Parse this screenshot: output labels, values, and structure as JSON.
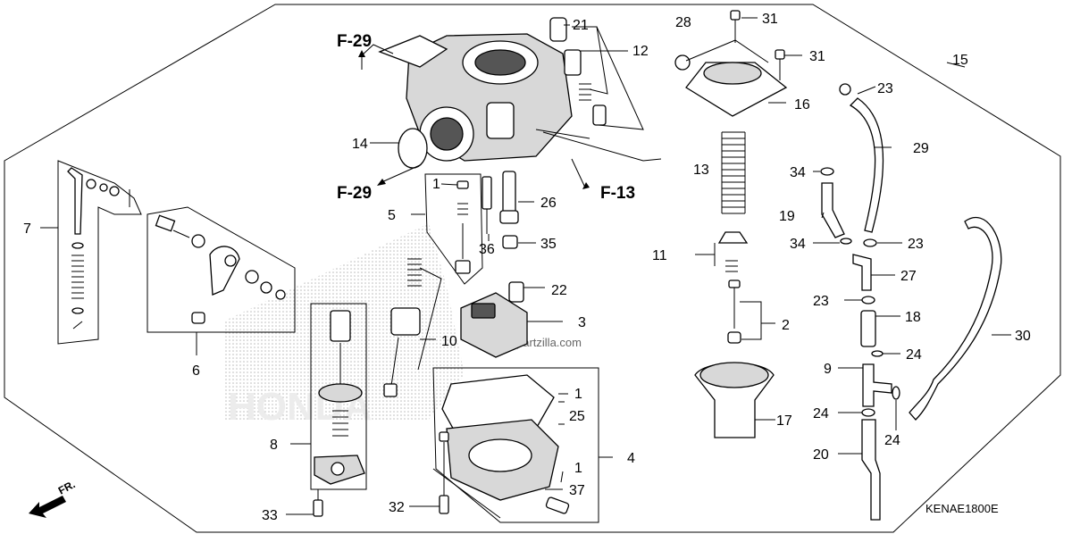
{
  "diagram": {
    "code": "KENAE1800E",
    "front_label": "FR.",
    "watermark": "partzilla.com",
    "brand_watermark": "HONDA",
    "refs": [
      "F-29",
      "F-29",
      "F-13"
    ],
    "callouts": [
      {
        "id": "c7",
        "text": "7"
      },
      {
        "id": "c6",
        "text": "6"
      },
      {
        "id": "c5",
        "text": "5"
      },
      {
        "id": "c1a",
        "text": "1"
      },
      {
        "id": "c36",
        "text": "36"
      },
      {
        "id": "c26",
        "text": "26"
      },
      {
        "id": "c35",
        "text": "35"
      },
      {
        "id": "c14",
        "text": "14"
      },
      {
        "id": "c21",
        "text": "21"
      },
      {
        "id": "c12",
        "text": "12"
      },
      {
        "id": "c22",
        "text": "22"
      },
      {
        "id": "c3",
        "text": "3"
      },
      {
        "id": "c10",
        "text": "10"
      },
      {
        "id": "c8",
        "text": "8"
      },
      {
        "id": "c33",
        "text": "33"
      },
      {
        "id": "c1b",
        "text": "1"
      },
      {
        "id": "c25",
        "text": "25"
      },
      {
        "id": "c4",
        "text": "4"
      },
      {
        "id": "c1c",
        "text": "1"
      },
      {
        "id": "c37",
        "text": "37"
      },
      {
        "id": "c32",
        "text": "32"
      },
      {
        "id": "c28",
        "text": "28"
      },
      {
        "id": "c31a",
        "text": "31"
      },
      {
        "id": "c31b",
        "text": "31"
      },
      {
        "id": "c16",
        "text": "16"
      },
      {
        "id": "c13",
        "text": "13"
      },
      {
        "id": "c11",
        "text": "11"
      },
      {
        "id": "c2",
        "text": "2"
      },
      {
        "id": "c17",
        "text": "17"
      },
      {
        "id": "c15",
        "text": "15"
      },
      {
        "id": "c23a",
        "text": "23"
      },
      {
        "id": "c29",
        "text": "29"
      },
      {
        "id": "c34a",
        "text": "34"
      },
      {
        "id": "c19",
        "text": "19"
      },
      {
        "id": "c34b",
        "text": "34"
      },
      {
        "id": "c23b",
        "text": "23"
      },
      {
        "id": "c27",
        "text": "27"
      },
      {
        "id": "c23c",
        "text": "23"
      },
      {
        "id": "c18",
        "text": "18"
      },
      {
        "id": "c9",
        "text": "9"
      },
      {
        "id": "c24a",
        "text": "24"
      },
      {
        "id": "c24b",
        "text": "24"
      },
      {
        "id": "c24c",
        "text": "24"
      },
      {
        "id": "c20",
        "text": "20"
      },
      {
        "id": "c30",
        "text": "30"
      }
    ]
  }
}
